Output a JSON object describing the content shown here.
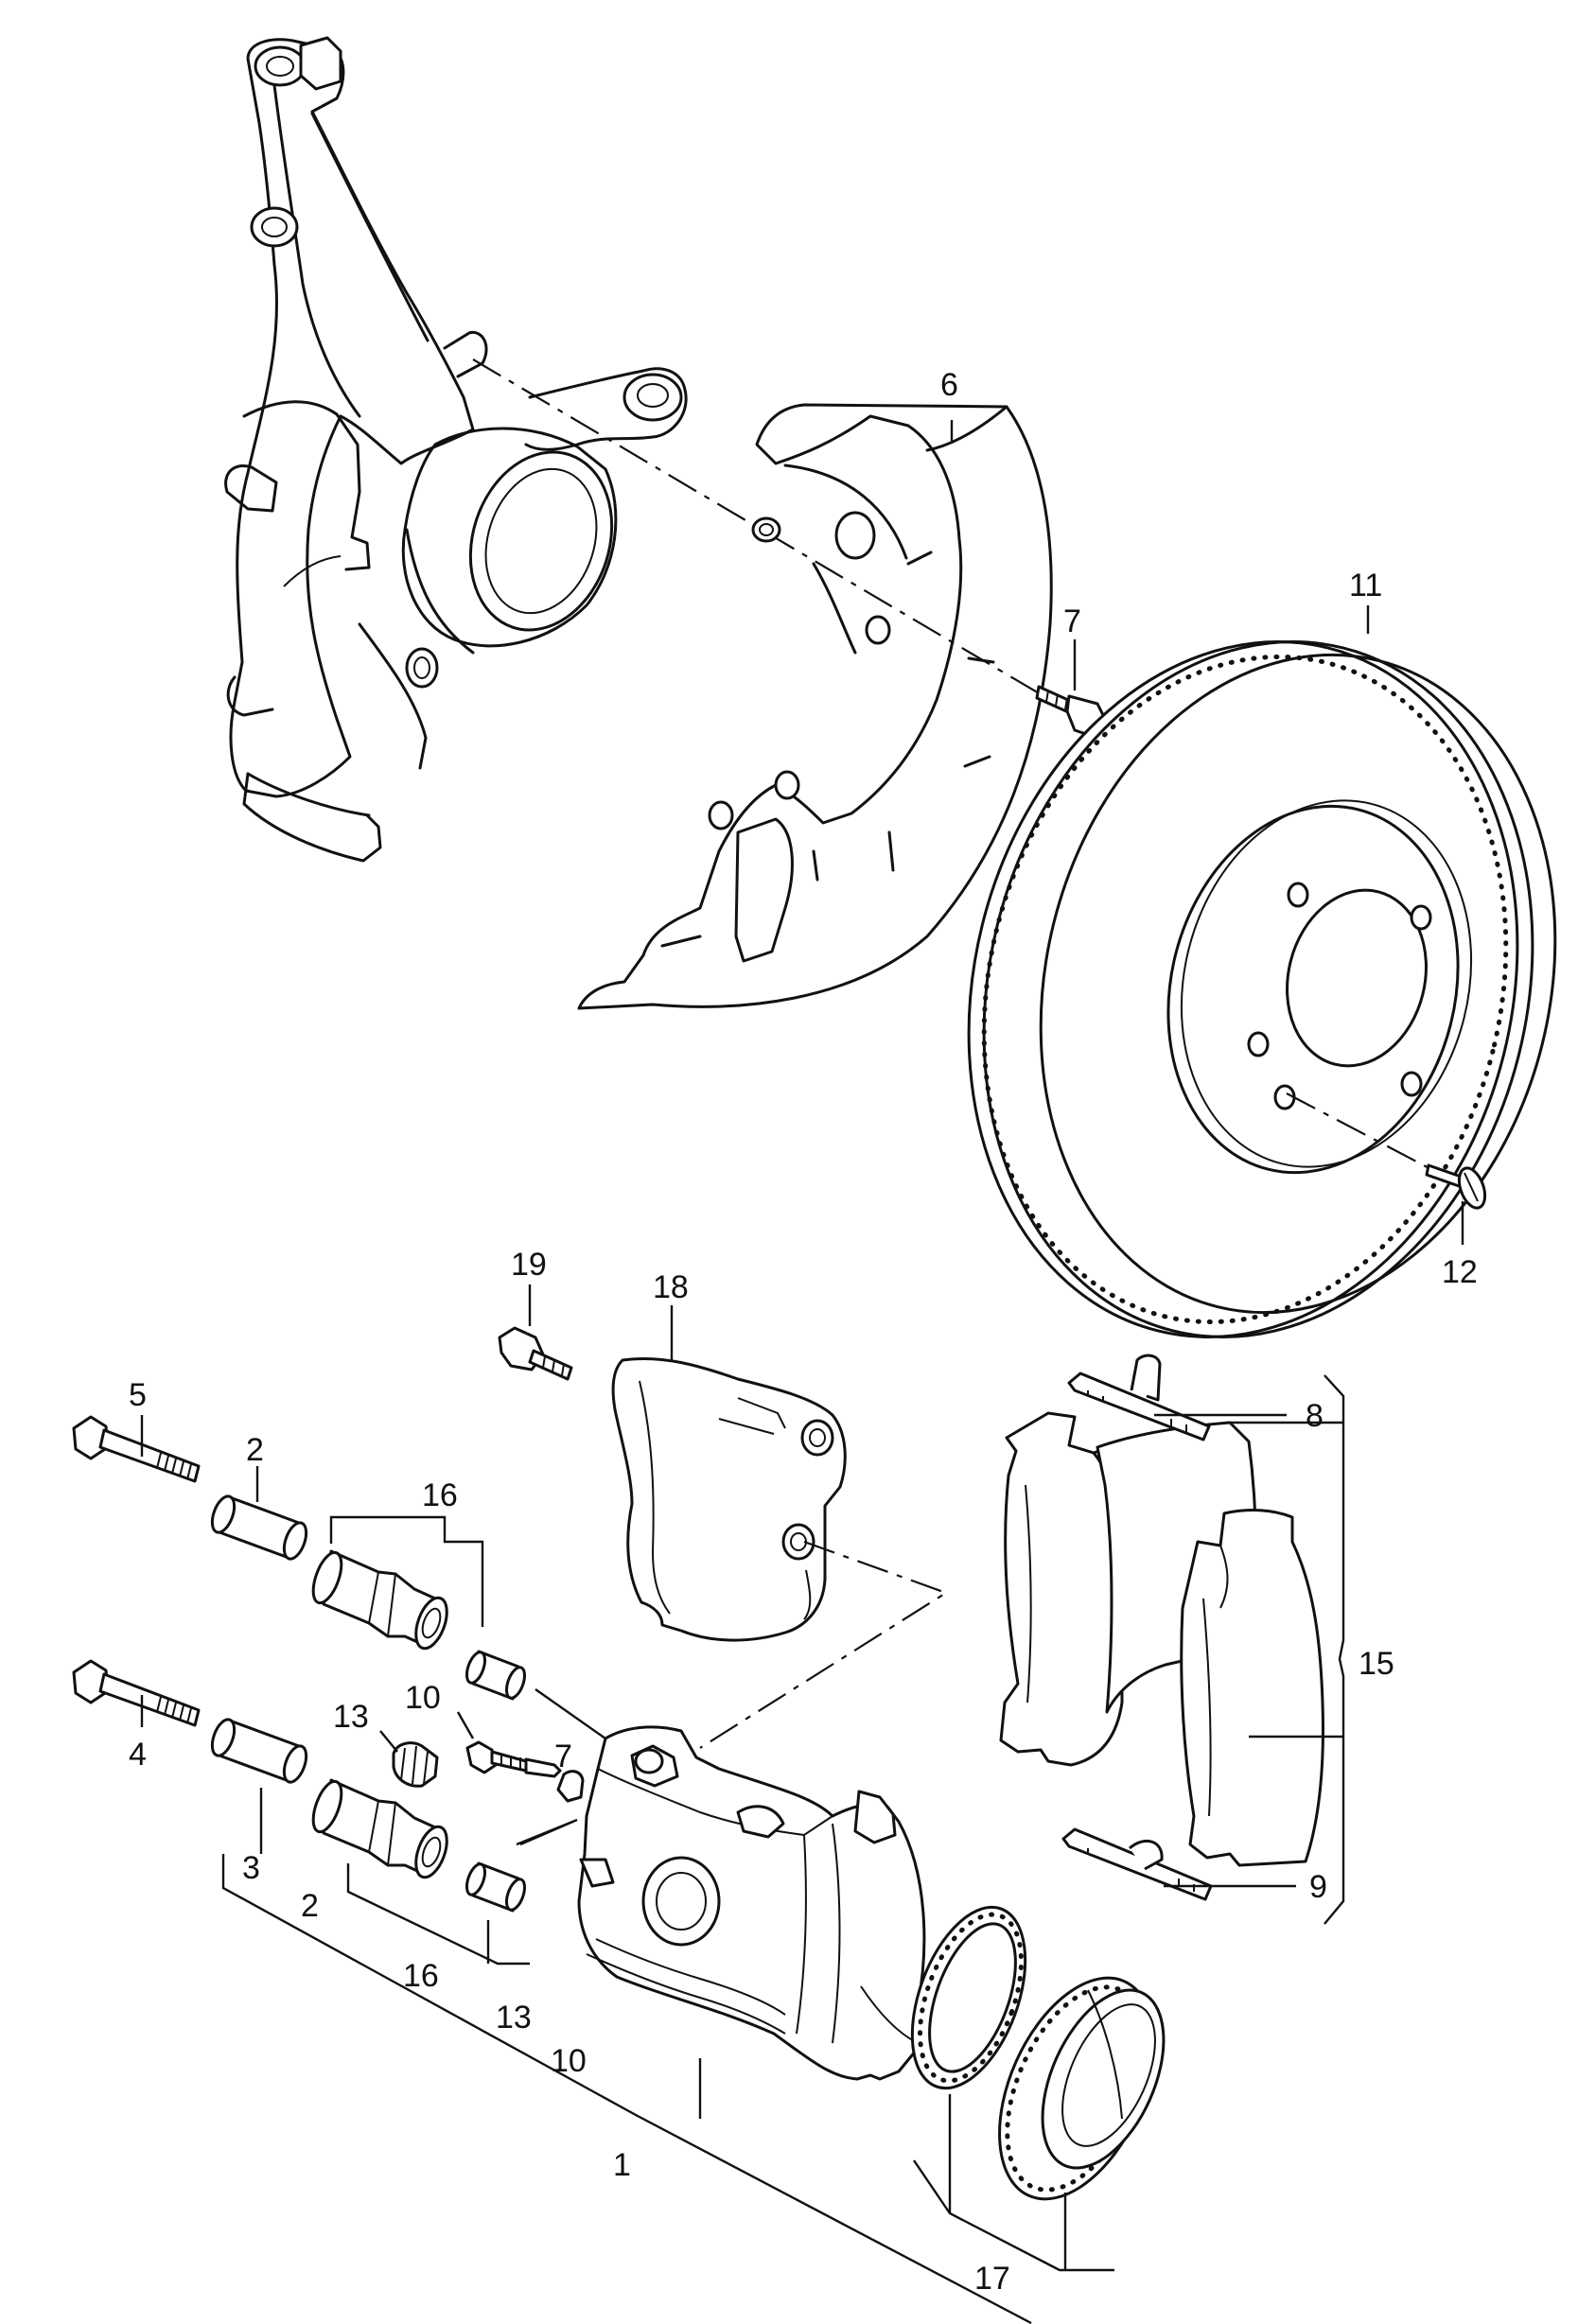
{
  "callouts": {
    "c1": "1",
    "c2a": "2",
    "c2b": "2",
    "c3": "3",
    "c4": "4",
    "c5": "5",
    "c6": "6",
    "c7a": "7",
    "c7b": "7",
    "c8": "8",
    "c9": "9",
    "c10a": "10",
    "c10b": "10",
    "c11": "11",
    "c12": "12",
    "c13a": "13",
    "c13b": "13",
    "c15": "15",
    "c16a": "16",
    "c16b": "16",
    "c17": "17",
    "c18": "18",
    "c19": "19"
  },
  "colors": {
    "line": "#111111",
    "background": "#ffffff"
  }
}
